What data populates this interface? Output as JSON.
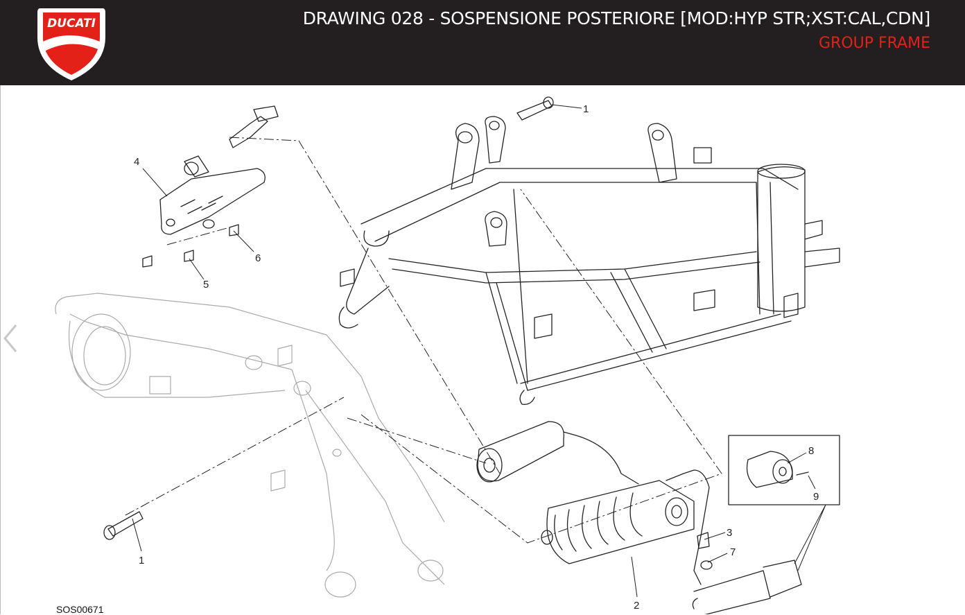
{
  "header": {
    "brand": "DUCATI",
    "title": "DRAWING 028 - SOSPENSIONE POSTERIORE [MOD:HYP STR;XST:CAL,CDN]",
    "subtitle": "GROUP FRAME"
  },
  "colors": {
    "header_bg": "#231f20",
    "brand_red": "#e32119",
    "title": "#ffffff"
  },
  "navigation": {
    "prev_icon": "chevron-left-icon"
  },
  "drawing": {
    "code": "SOS00671",
    "callouts": [
      "1",
      "2",
      "3",
      "4",
      "5",
      "6",
      "7",
      "8",
      "9",
      "1"
    ]
  }
}
